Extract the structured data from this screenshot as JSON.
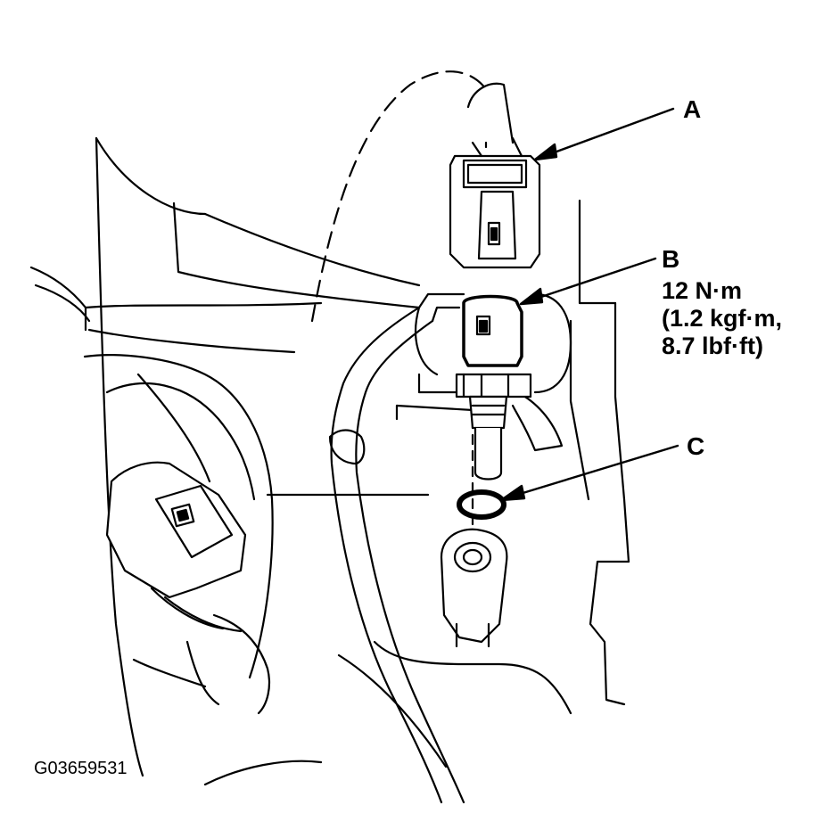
{
  "labels": {
    "a": "A",
    "b": "B",
    "b_torque_line1": "12 N·m",
    "b_torque_line2": "(1.2 kgf·m,",
    "b_torque_line3": "8.7 lbf·ft)",
    "c": "C"
  },
  "figure_code": "G03659531",
  "colors": {
    "ink": "#000000",
    "paper": "#ffffff"
  }
}
